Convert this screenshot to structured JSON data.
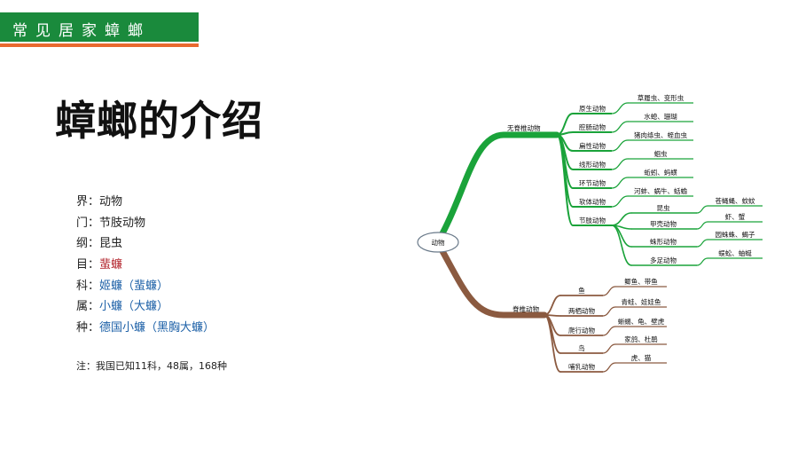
{
  "header": {
    "banner": "常见居家蟑螂"
  },
  "title": "蟑螂的介绍",
  "taxonomy": {
    "rows": [
      {
        "label": "界：",
        "value": "动物"
      },
      {
        "label": "门：",
        "value": "节肢动物"
      },
      {
        "label": "纲：",
        "value": "昆虫"
      },
      {
        "label": "目：",
        "value": "蜚蠊"
      },
      {
        "label": "科：",
        "value": "姬蠊（蜚蠊）"
      },
      {
        "label": "属：",
        "value": "小蠊（大蠊）"
      },
      {
        "label": "种：",
        "value": "德国小蠊（黑胸大蠊）"
      }
    ],
    "note": "注：我国已知11科，48属，168种"
  },
  "mindmap": {
    "root": "动物",
    "branches": {
      "invertebrate": {
        "label": "无脊椎动物",
        "color": "#1aa33a",
        "children": [
          {
            "label": "原生动物",
            "leaf": "草履虫、变形虫"
          },
          {
            "label": "腔肠动物",
            "leaf": "水螅、珊瑚"
          },
          {
            "label": "扁性动物",
            "leaf": "猪肉绦虫、蛭血虫"
          },
          {
            "label": "线形动物",
            "leaf": "蛔虫"
          },
          {
            "label": "环节动物",
            "leaf": "蚯蚓、蚂蟥"
          },
          {
            "label": "软体动物",
            "leaf": "河蚌、蜗牛、蛞蝓"
          },
          {
            "label": "节肢动物",
            "subs": [
              {
                "label": "昆虫",
                "leaf": "苍蝇蝇、蚊蚊"
              },
              {
                "label": "甲壳动物",
                "leaf": "虾、蟹"
              },
              {
                "label": "蛛形动物",
                "leaf": "园蛛蛛、蝎子"
              },
              {
                "label": "多足动物",
                "leaf": "蜈蚣、蚰蜒"
              }
            ]
          }
        ]
      },
      "vertebrate": {
        "label": "脊椎动物",
        "color": "#8b5a40",
        "children": [
          {
            "label": "鱼",
            "leaf": "鲫鱼、带鱼"
          },
          {
            "label": "两栖动物",
            "leaf": "青蛙、娃娃鱼"
          },
          {
            "label": "爬行动物",
            "leaf": "蜥蜴、龟、壁虎"
          },
          {
            "label": "鸟",
            "leaf": "家鸽、杜鹃"
          },
          {
            "label": "哺乳动物",
            "leaf": "虎、猫"
          }
        ]
      }
    }
  }
}
